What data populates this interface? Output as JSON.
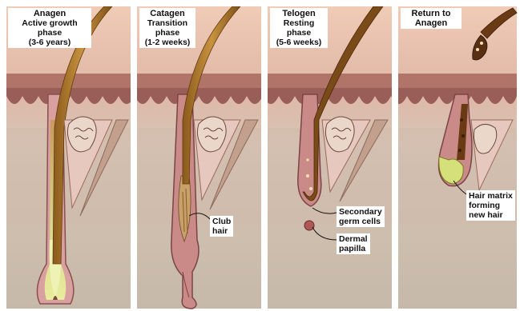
{
  "stages": [
    {
      "name": "Anagen",
      "description": [
        "Active growth",
        "phase",
        "(3-6 years)"
      ]
    },
    {
      "name": "Catagen",
      "description": [
        "Transition",
        "phase",
        "(1-2 weeks)"
      ]
    },
    {
      "name": "Telogen",
      "description": [
        "Resting",
        "phase",
        "(5-6 weeks)"
      ]
    },
    {
      "name": "Return to Anagen",
      "description": []
    }
  ],
  "callouts": {
    "club_hair": [
      "Club",
      "hair"
    ],
    "secondary_germ_cells": [
      "Secondary",
      "germ cells"
    ],
    "dermal_papilla": [
      "Dermal",
      "papilla"
    ],
    "hair_matrix": [
      "Hair matrix",
      "forming",
      "new hair"
    ]
  },
  "colors": {
    "skin_top": "#e8b8a6",
    "skin_band": "#a86a62",
    "dermis": "#c9b3a6",
    "hair_shaft": "#b07a2e",
    "follicle": "#c47a78",
    "matrix_new": "#d8e27a",
    "divider": "#ffffff"
  }
}
